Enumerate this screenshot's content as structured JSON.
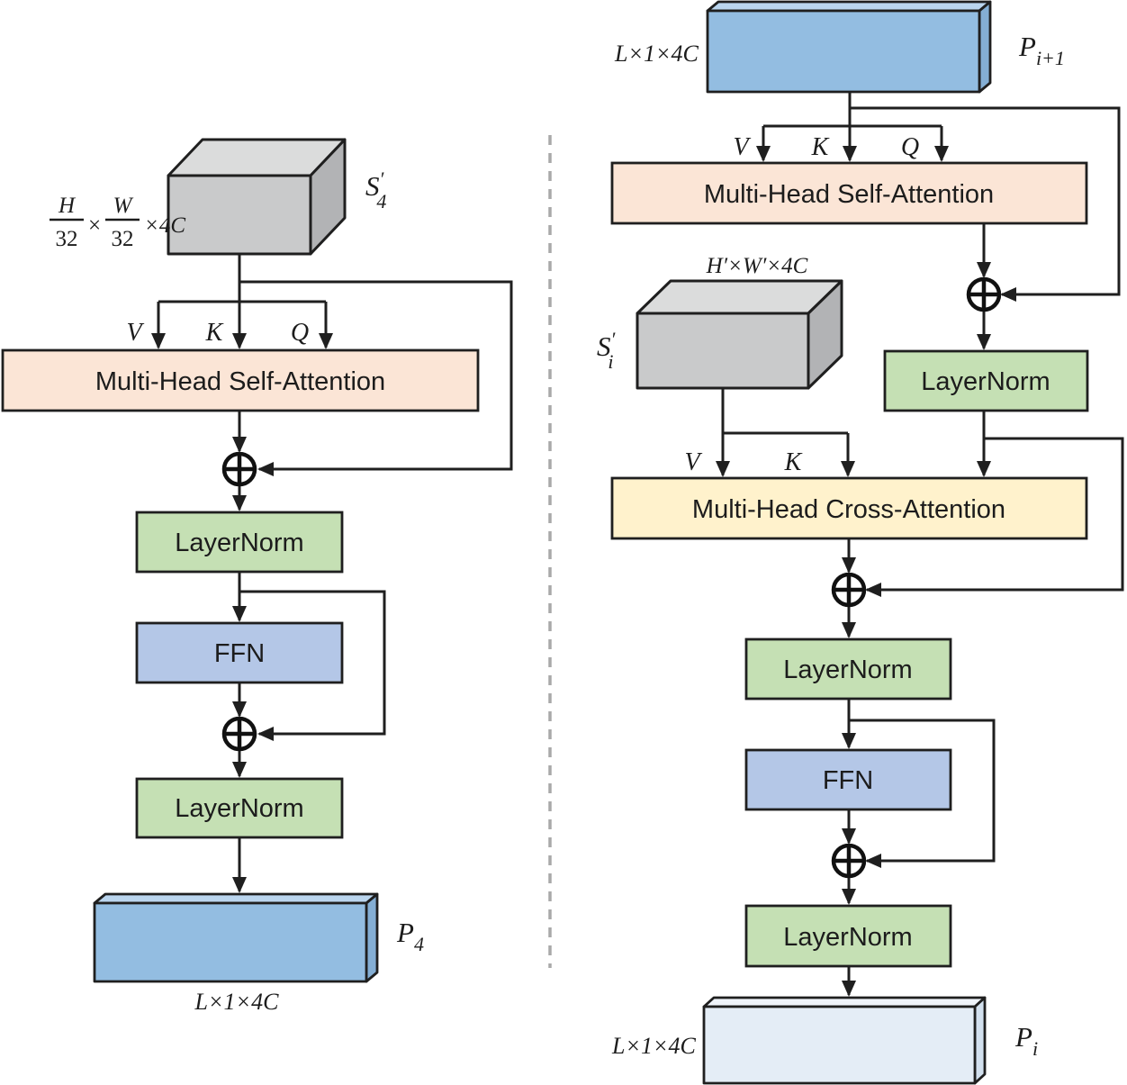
{
  "colors": {
    "attention_fill": "#FBE5D6",
    "cross_attention_fill": "#FFF2CC",
    "layernorm_fill": "#C5E0B4",
    "ffn_fill": "#B4C7E7",
    "slab_blue_front": "#93BDE1",
    "slab_blue_top": "#BAD5EE",
    "slab_blue_side": "#84AED4",
    "slab_light_front": "#E4EDF6",
    "slab_light_top": "#EFF4FA",
    "slab_light_side": "#D2E0EE",
    "cube_front": "#C9CACB",
    "cube_top": "#DBDCDC",
    "cube_side": "#B2B3B5",
    "line": "#1F1F1F",
    "divider": "#A9A9A9"
  },
  "left": {
    "cube_label": {
      "main": "S",
      "prime": "′",
      "sub": "4"
    },
    "cube_dims": {
      "h": "H",
      "b1": "32",
      "x1": "×",
      "w": "W",
      "b2": "32",
      "x2": "×4C"
    },
    "v": "V",
    "k": "K",
    "q": "Q",
    "self_attention": "Multi-Head Self-Attention",
    "layernorm_1": "LayerNorm",
    "ffn": "FFN",
    "layernorm_2": "LayerNorm",
    "slab_label": {
      "main": "P",
      "sub": "4"
    },
    "slab_dims": "L×1×4C"
  },
  "right": {
    "slab_in_label": {
      "main": "P",
      "sub": "i+1"
    },
    "slab_in_dims": "L×1×4C",
    "v1": "V",
    "k1": "K",
    "q1": "Q",
    "self_attention": "Multi-Head Self-Attention",
    "layernorm_1": "LayerNorm",
    "cube_label": {
      "main": "S",
      "prime": "′",
      "sub": "i"
    },
    "cube_dims": "H′×W′×4C",
    "v2": "V",
    "k2": "K",
    "cross_attention": "Multi-Head Cross-Attention",
    "layernorm_2": "LayerNorm",
    "ffn": "FFN",
    "layernorm_3": "LayerNorm",
    "slab_out_label": {
      "main": "P",
      "sub": "i"
    },
    "slab_out_dims": "L×1×4C"
  }
}
